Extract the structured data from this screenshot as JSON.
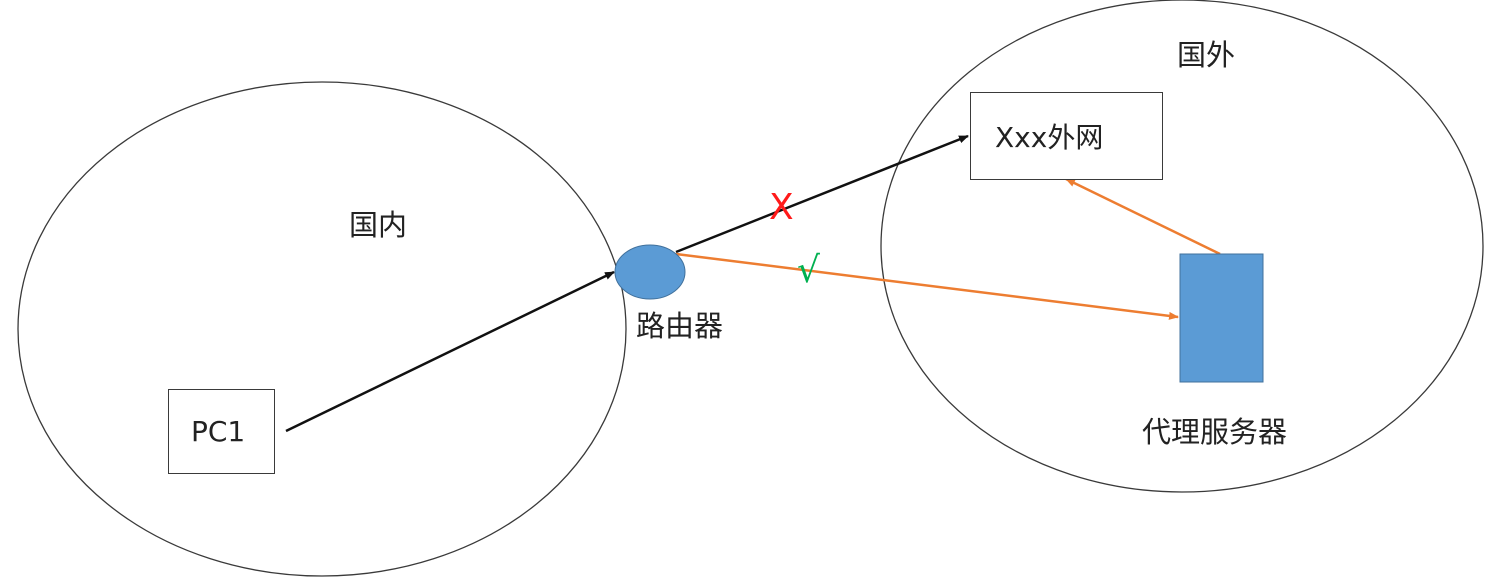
{
  "regions": {
    "domestic_label": "国内",
    "foreign_label": "国外"
  },
  "nodes": {
    "pc": "PC1",
    "router": "路由器",
    "external_site": "Xxx外网",
    "proxy_server": "代理服务器"
  },
  "marks": {
    "blocked": "X",
    "allowed": "√"
  },
  "colors": {
    "outline": "#3a3a3a",
    "direct_arrow": "#111111",
    "proxy_arrow": "#ed7d31",
    "node_fill": "#5b9bd5",
    "blocked_mark": "#ff1a1a",
    "allowed_mark": "#00b050"
  }
}
